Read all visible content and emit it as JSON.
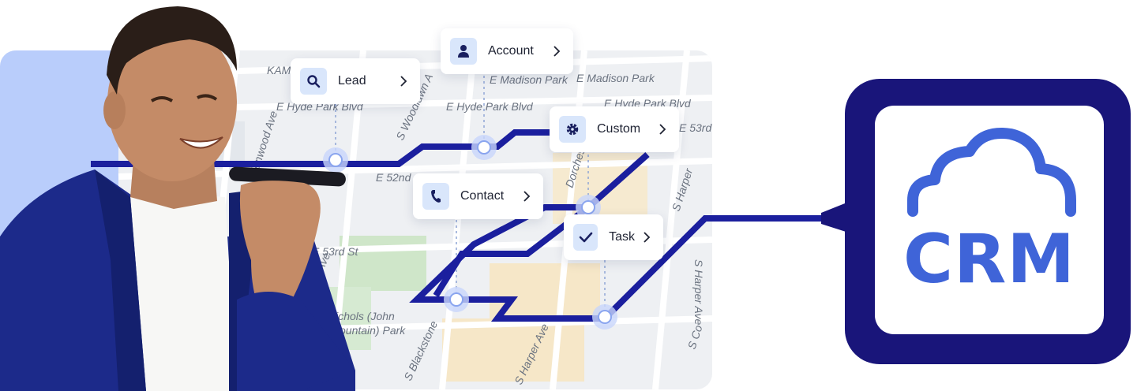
{
  "chips": [
    {
      "id": "lead",
      "label": "Lead",
      "icon": "search-icon"
    },
    {
      "id": "account",
      "label": "Account",
      "icon": "person-icon"
    },
    {
      "id": "custom",
      "label": "Custom",
      "icon": "gear-icon"
    },
    {
      "id": "contact",
      "label": "Contact",
      "icon": "phone-icon"
    },
    {
      "id": "task",
      "label": "Task",
      "icon": "check-icon"
    }
  ],
  "map": {
    "street_labels": [
      "KAM",
      "E Madison Park",
      "E Madison Park",
      "E Hyde Park Blvd",
      "E Hyde Park Blvd",
      "E Hyde Park Blvd",
      "E 52nd",
      "E 53rd",
      "E 53rd St",
      "S Woodlawn A",
      "Kenwood Ave",
      "Dorchester",
      "S Harper",
      "S Harper Ave",
      "S Harper Ave",
      "Park Ave",
      "Nichols (John",
      "ountain) Park",
      "S Blackstone",
      "S Co"
    ]
  },
  "crm": {
    "label": "CRM",
    "icon": "cloud-icon"
  },
  "colors": {
    "route": "#1b1f9e",
    "crm_frame": "#19157a",
    "crm_accent": "#3f64d8",
    "chip_icon_bg": "#d9e6fb"
  }
}
